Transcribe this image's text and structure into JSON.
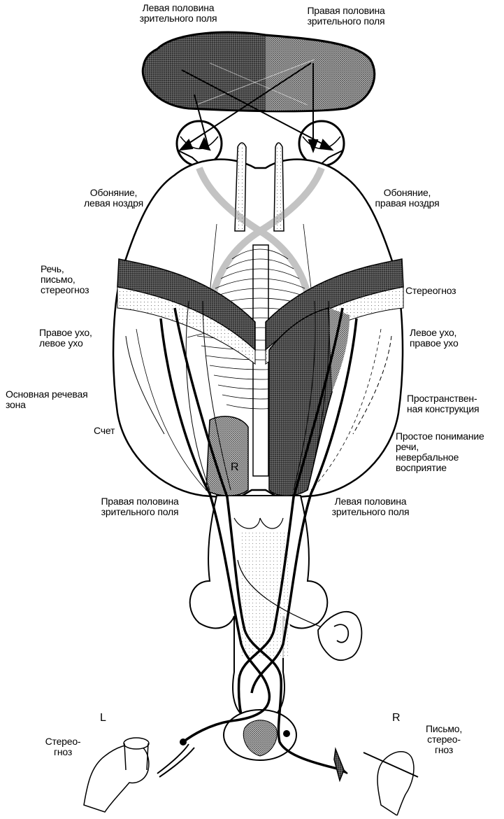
{
  "labels": {
    "left_visual_field_top": "Левая половина\nзрительного поля",
    "right_visual_field_top": "Правая половина\nзрительного поля",
    "smell_left": "Обоняние,\nлевая ноздря",
    "smell_right": "Обоняние,\nправая ноздря",
    "speech_writing": "Речь,\nписьмо,\nстереогноз",
    "stereognosis_right": "Стереогноз",
    "right_ear_left_ear": "Правое ухо,\nлевое ухо",
    "left_ear_right_ear": "Левое ухо,\nправое ухо",
    "main_speech_zone": "Основная речевая\nзона",
    "spatial_construction": "Пространствен-\nная конструкция",
    "counting": "Счет",
    "simple_understanding": "Простое понимание\nречи,\nневербальное\nвосприятие",
    "right_visual_field_bottom": "Правая половина\nзрительного поля",
    "left_visual_field_bottom": "Левая половина\nзрительного поля",
    "letter_L": "L",
    "letter_R_bottom": "R",
    "letter_R_hemisphere": "R",
    "stereognosis_left_hand": "Стерео-\nгноз",
    "writing_stereognosis_hand": "Письмо,\nстерео-\nгноз"
  }
}
